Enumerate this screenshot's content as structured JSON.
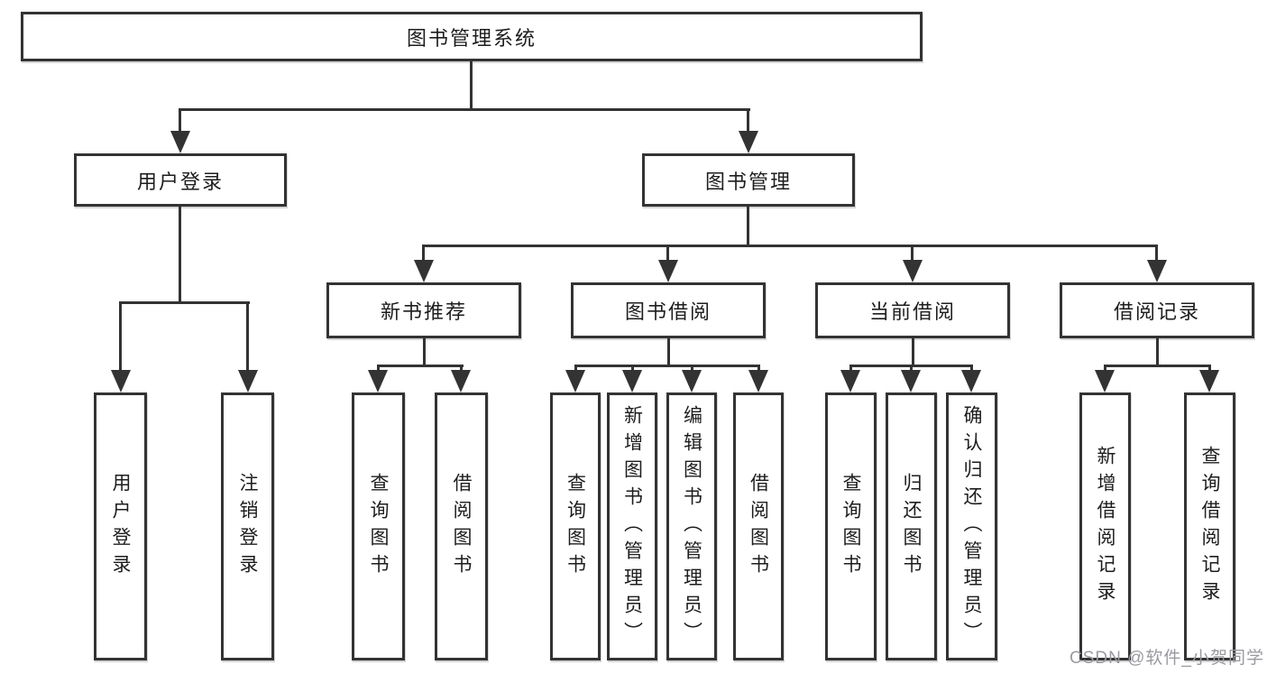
{
  "tree": {
    "label": "图书管理系统",
    "children": [
      {
        "label": "用户登录",
        "children": [
          {
            "label": "用户登录"
          },
          {
            "label": "注销登录"
          }
        ]
      },
      {
        "label": "图书管理",
        "children": [
          {
            "label": "新书推荐",
            "children": [
              {
                "label": "查询图书"
              },
              {
                "label": "借阅图书"
              }
            ]
          },
          {
            "label": "图书借阅",
            "children": [
              {
                "label": "查询图书"
              },
              {
                "label": "新增图书（管理员）"
              },
              {
                "label": "编辑图书（管理员）"
              },
              {
                "label": "借阅图书"
              }
            ]
          },
          {
            "label": "当前借阅",
            "children": [
              {
                "label": "查询图书"
              },
              {
                "label": "归还图书"
              },
              {
                "label": "确认归还（管理员）"
              }
            ]
          },
          {
            "label": "借阅记录",
            "children": [
              {
                "label": "新增借阅记录"
              },
              {
                "label": "查询借阅记录"
              }
            ]
          }
        ]
      }
    ]
  },
  "watermark": {
    "text": "CSDN @软件_小贺同学"
  },
  "colors": {
    "line": "#333333",
    "box_border": "#333333",
    "text": "#1d1d1d",
    "watermark": "#9b99a1",
    "background": "#ffffff"
  }
}
